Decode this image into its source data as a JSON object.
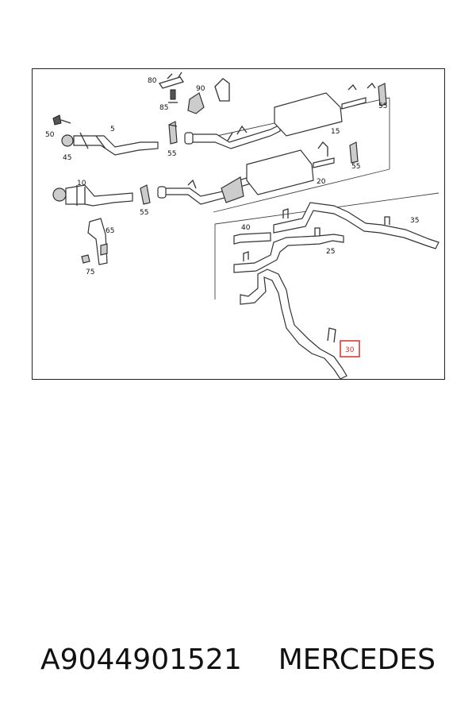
{
  "diagram": {
    "callouts": [
      "80",
      "90",
      "85",
      "55",
      "5",
      "50",
      "45",
      "55",
      "15",
      "55",
      "10",
      "55",
      "55",
      "20",
      "65",
      "75",
      "40",
      "35",
      "25",
      "30"
    ],
    "highlight_color": "#d9302c"
  },
  "caption": {
    "part_number": "A9044901521",
    "brand": "MERCEDES"
  }
}
